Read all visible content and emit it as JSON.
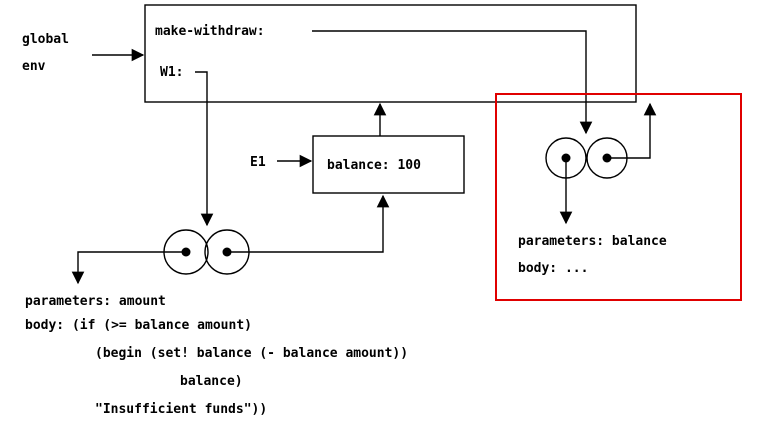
{
  "global_env": {
    "label_line1": "global",
    "label_line2": "env",
    "bindings": [
      "make-withdraw:",
      "W1:"
    ]
  },
  "frame_e1": {
    "name": "E1",
    "binding": "balance: 100"
  },
  "procedure_w1": {
    "parameters": "parameters: amount",
    "body": [
      "body: (if (>= balance amount)",
      "(begin (set! balance (- balance amount))",
      "balance)",
      "\"Insufficient funds\"))"
    ]
  },
  "procedure_make_withdraw": {
    "parameters": "parameters: balance",
    "body": "body: ..."
  },
  "colors": {
    "highlight": "#e00000",
    "ink": "#000000"
  }
}
